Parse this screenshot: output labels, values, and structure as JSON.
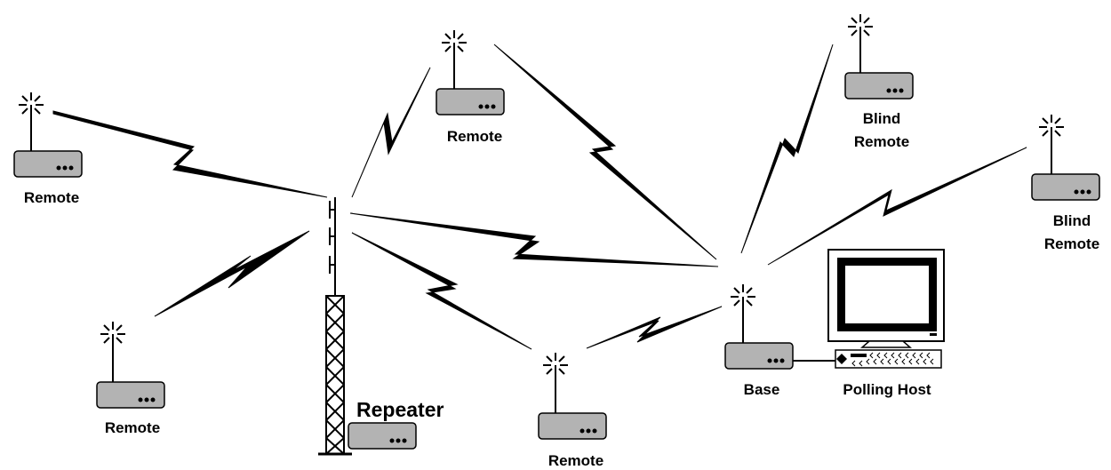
{
  "labels": {
    "remote_left": "Remote",
    "remote_top": "Remote",
    "remote_lower_left": "Remote",
    "remote_bottom": "Remote",
    "blind_remote_top_1": "Blind",
    "blind_remote_top_2": "Remote",
    "blind_remote_right_1": "Blind",
    "blind_remote_right_2": "Remote",
    "repeater": "Repeater",
    "base": "Base",
    "polling_host": "Polling Host"
  },
  "icons": {
    "radio": "radio-modem-icon",
    "antenna": "antenna-burst-icon",
    "tower": "lattice-tower-icon",
    "computer": "desktop-computer-icon",
    "link": "lightning-link-icon"
  },
  "colors": {
    "radio_fill": "#b3b3b3",
    "ink": "#000000"
  }
}
